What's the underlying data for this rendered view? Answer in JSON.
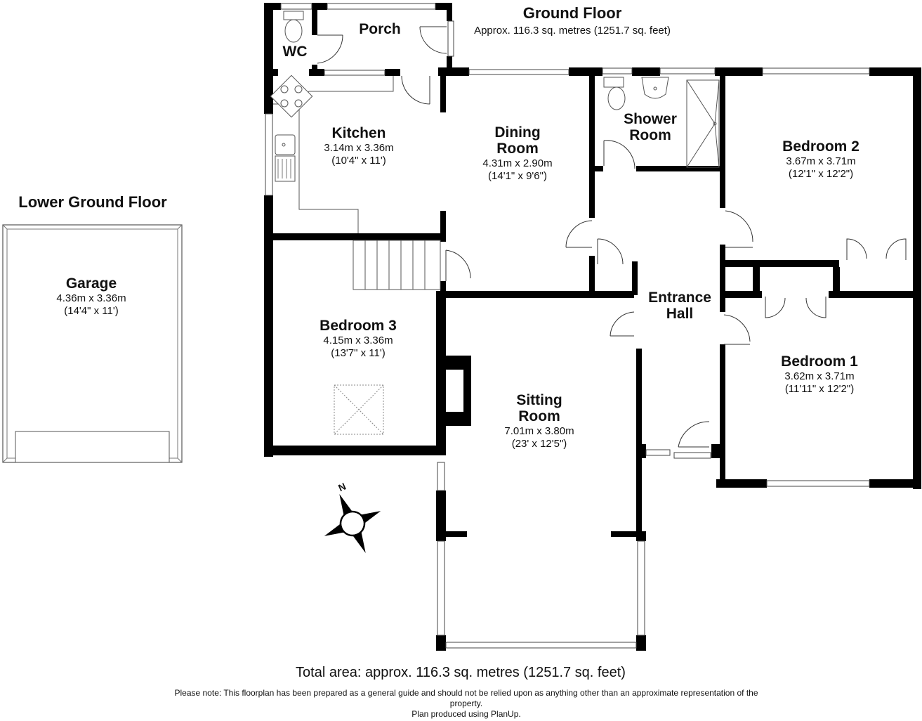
{
  "headers": {
    "ground_floor": "Ground Floor",
    "ground_floor_area": "Approx. 116.3 sq. metres (1251.7 sq. feet)",
    "lower_ground_floor": "Lower Ground Floor"
  },
  "rooms": {
    "wc": {
      "name": "WC"
    },
    "porch": {
      "name": "Porch"
    },
    "kitchen": {
      "name": "Kitchen",
      "metric": "3.14m x 3.36m",
      "imperial": "(10'4\" x 11')"
    },
    "dining": {
      "name_line1": "Dining",
      "name_line2": "Room",
      "metric": "4.31m x 2.90m",
      "imperial": "(14'1\" x 9'6\")"
    },
    "shower": {
      "name_line1": "Shower",
      "name_line2": "Room"
    },
    "bedroom2": {
      "name": "Bedroom 2",
      "metric": "3.67m x 3.71m",
      "imperial": "(12'1\" x 12'2\")"
    },
    "bedroom3": {
      "name": "Bedroom 3",
      "metric": "4.15m x 3.36m",
      "imperial": "(13'7\" x 11')"
    },
    "entrance": {
      "name_line1": "Entrance",
      "name_line2": "Hall"
    },
    "bedroom1": {
      "name": "Bedroom 1",
      "metric": "3.62m x 3.71m",
      "imperial": "(11'11\" x 12'2\")"
    },
    "sitting": {
      "name_line1": "Sitting",
      "name_line2": "Room",
      "metric": "7.01m x 3.80m",
      "imperial": "(23' x 12'5\")"
    },
    "garage": {
      "name": "Garage",
      "metric": "4.36m x 3.36m",
      "imperial": "(14'4\" x 11')"
    }
  },
  "compass": {
    "north_label": "N",
    "icon": "compass-icon"
  },
  "footer": {
    "total_area": "Total area: approx. 116.3 sq. metres (1251.7 sq. feet)",
    "note_line1": "Please note: This floorplan has been prepared as a general guide and should not be relied upon as anything other than an approximate representation of the",
    "note_line2": "property.",
    "note_line3": "Plan produced using PlanUp."
  }
}
